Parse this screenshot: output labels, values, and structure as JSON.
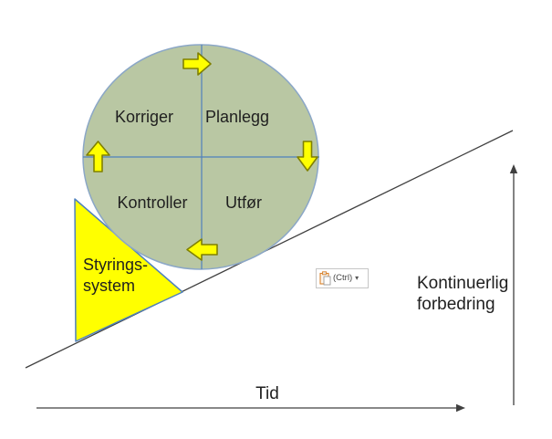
{
  "colors": {
    "circle_fill": "#b9c7a3",
    "circle_stroke": "#8ba7c7",
    "crosshair_stroke": "#4f81bd",
    "arrow_fill": "#ffff00",
    "arrow_stroke": "#808000",
    "wedge_fill": "#ffff00",
    "wedge_stroke": "#4f81bd",
    "axis_line": "#404040",
    "text": "#1f1f1f"
  },
  "pdca_cycle": {
    "quadrants": {
      "top_left": "Korriger",
      "top_right": "Planlegg",
      "bottom_left": "Kontroller",
      "bottom_right": "Utfør"
    }
  },
  "wedge_label": {
    "line1": "Styrings-",
    "line2": "system"
  },
  "improvement_label": {
    "line1": "Kontinuerlig",
    "line2": "forbedring"
  },
  "time_axis_label": "Tid",
  "paste_options": {
    "label": "(Ctrl)",
    "caret": "▾"
  }
}
